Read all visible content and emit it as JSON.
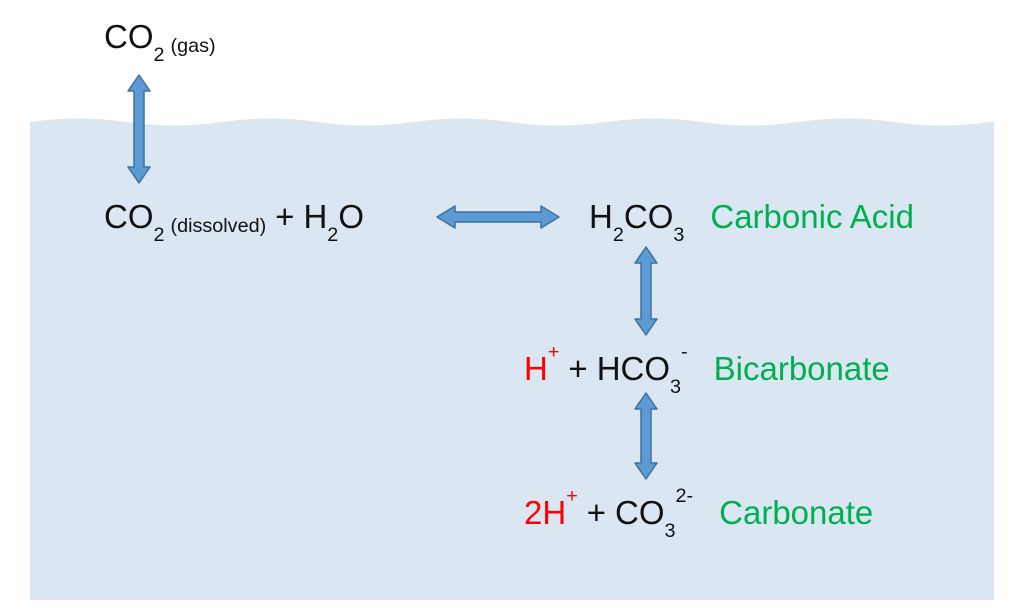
{
  "colors": {
    "water": "#dae7f3",
    "arrow_fill": "#5b9bd5",
    "arrow_stroke": "#41719c",
    "acid_red": "#ff0000",
    "label_green": "#00b050",
    "text": "#111111"
  },
  "diagram": {
    "co2_gas": {
      "formula": "CO",
      "subscript": "2",
      "state": "(gas)"
    },
    "dissolved": {
      "co2": "CO",
      "co2_sub": "2",
      "state": "(dissolved)",
      "plus": "+",
      "h2o_h": "H",
      "h2o_sub": "2",
      "h2o_o": "O"
    },
    "carbonic_acid": {
      "h": "H",
      "h_sub": "2",
      "co": "CO",
      "co_sub": "3",
      "label": "Carbonic Acid"
    },
    "bicarbonate": {
      "proton": "H",
      "proton_sup": "+",
      "plus": "+",
      "formula": "HCO",
      "formula_sub": "3",
      "formula_sup": "-",
      "label": "Bicarbonate"
    },
    "carbonate": {
      "proton": "2H",
      "proton_sup": "+",
      "plus": "+",
      "formula": "CO",
      "formula_sub": "3",
      "formula_sup": "2-",
      "label": "Carbonate"
    }
  }
}
